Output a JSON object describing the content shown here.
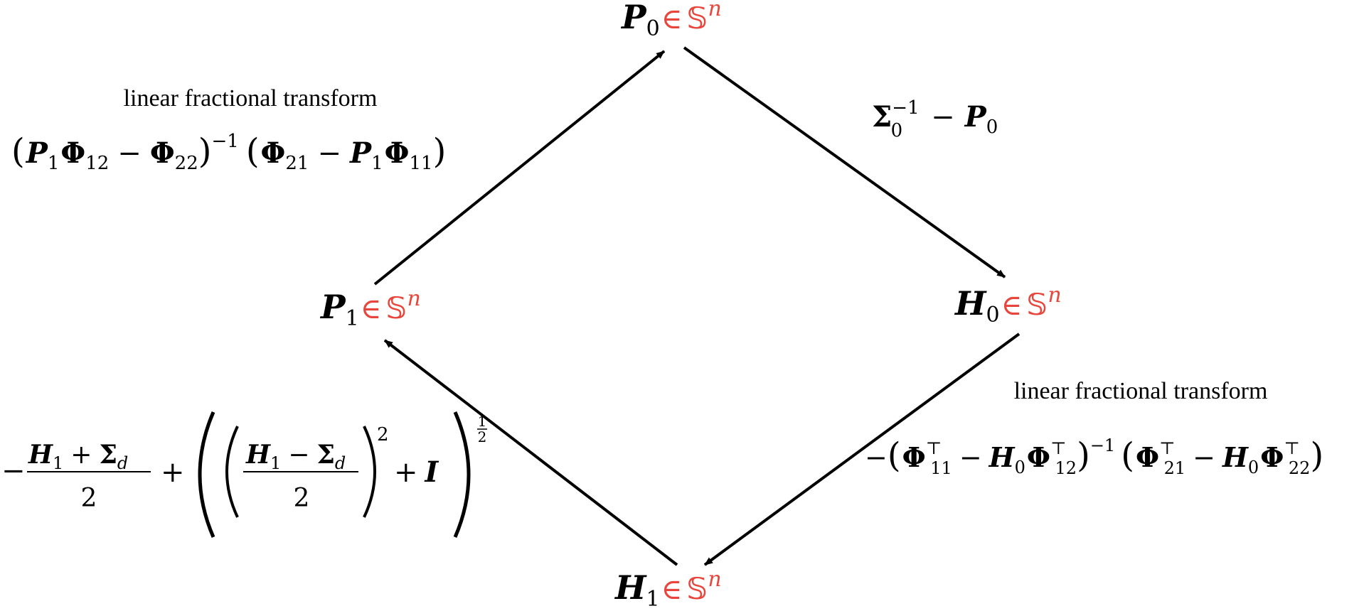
{
  "nodes": {
    "p0": {
      "symbol": "P",
      "sub": "0",
      "member": "∈",
      "set": "𝕊",
      "sup": "n"
    },
    "p1": {
      "symbol": "P",
      "sub": "1",
      "member": "∈",
      "set": "𝕊",
      "sup": "n"
    },
    "h0": {
      "symbol": "H",
      "sub": "0",
      "member": "∈",
      "set": "𝕊",
      "sup": "n"
    },
    "h1": {
      "symbol": "H",
      "sub": "1",
      "member": "∈",
      "set": "𝕊",
      "sup": "n"
    }
  },
  "edges": {
    "top_left": {
      "caption": "linear fractional transform",
      "formula": {
        "lp1": "(",
        "a": "P",
        "a_sub": "1",
        "b": "Φ",
        "b_sub": "12",
        "minus": "−",
        "c": "Φ",
        "c_sub": "22",
        "rp1": ")",
        "sup": "−1",
        "lp2": "(",
        "d": "Φ",
        "d_sub": "21",
        "minus2": "−",
        "e": "P",
        "e_sub": "1",
        "f": "Φ",
        "f_sub": "11",
        "rp2": ")"
      }
    },
    "top_right": {
      "formula": {
        "a": "Σ",
        "a_sub": "0",
        "a_sup": "−1",
        "minus": "−",
        "b": "P",
        "b_sub": "0"
      }
    },
    "bottom_right": {
      "caption": "linear fractional transform",
      "formula": {
        "neg": "−",
        "lp1": "(",
        "a": "Φ",
        "a_sub": "11",
        "a_sup": "⊤",
        "minus": "−",
        "b": "H",
        "b_sub": "0",
        "c": "Φ",
        "c_sub": "12",
        "c_sup": "⊤",
        "rp1": ")",
        "sup": "−1",
        "lp2": "(",
        "d": "Φ",
        "d_sub": "21",
        "d_sup": "⊤",
        "minus2": "−",
        "e": "H",
        "e_sub": "0",
        "f": "Φ",
        "f_sub": "22",
        "f_sup": "⊤",
        "rp2": ")"
      }
    },
    "bottom_left": {
      "formula": {
        "neg": "−",
        "num1_a": "H",
        "num1_a_sub": "1",
        "num1_plus": "+",
        "num1_b": "Σ",
        "num1_b_sub": "d",
        "den1": "2",
        "plus": "+",
        "num2_a": "H",
        "num2_a_sub": "1",
        "num2_minus": "−",
        "num2_b": "Σ",
        "num2_b_sub": "d",
        "den2": "2",
        "sq": "2",
        "plus2": "+",
        "ident": "I",
        "half_num": "1",
        "half_den": "2"
      }
    }
  }
}
